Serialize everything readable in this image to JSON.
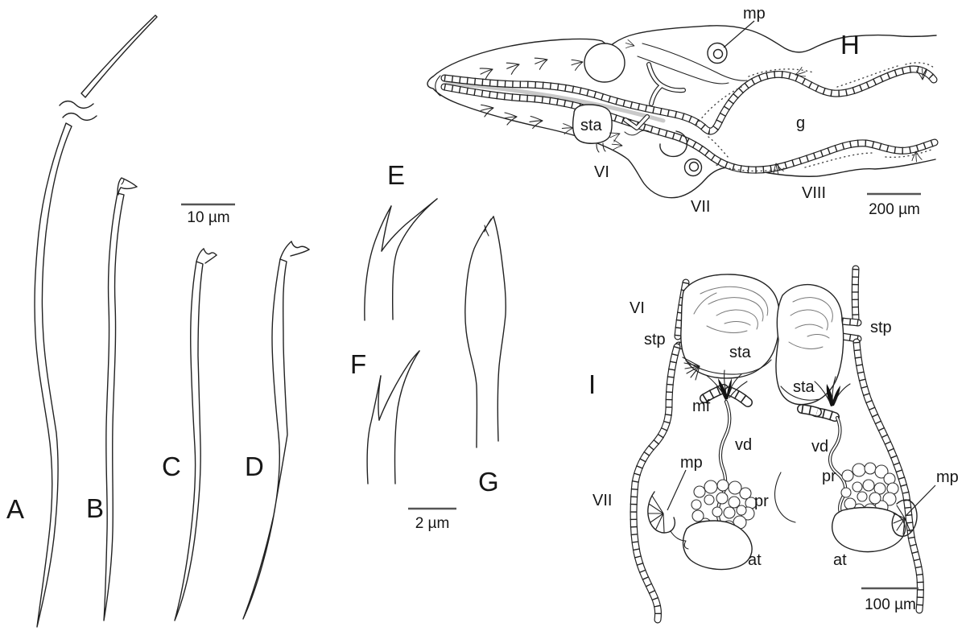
{
  "figure": {
    "background": "#ffffff",
    "ink": "#222222",
    "panel_labels": {
      "a": "A",
      "b": "B",
      "c": "C",
      "d": "D",
      "e": "E",
      "f": "F",
      "g": "G",
      "h": "H",
      "i": "I"
    },
    "scale_bars": {
      "chaetae": "10 µm",
      "tips": "2 µm",
      "worm": "200 µm",
      "genitalia": "100 µm"
    },
    "panel_h_labels": {
      "male_pore": "mp",
      "gut": "g",
      "statocyst": "sta",
      "segment_6": "VI",
      "segment_7": "VII",
      "segment_8": "VIII"
    },
    "panel_i_labels": {
      "segment_6": "VI",
      "segment_7": "VII",
      "stp_left": "stp",
      "stp_right": "stp",
      "sta_left": "sta",
      "sta_right": "sta",
      "male_funnel": "mf",
      "vd_left": "vd",
      "vd_right": "vd",
      "mp_left": "mp",
      "mp_right": "mp",
      "pr_left": "pr",
      "pr_right": "pr",
      "at_left": "at",
      "at_right": "at"
    }
  }
}
